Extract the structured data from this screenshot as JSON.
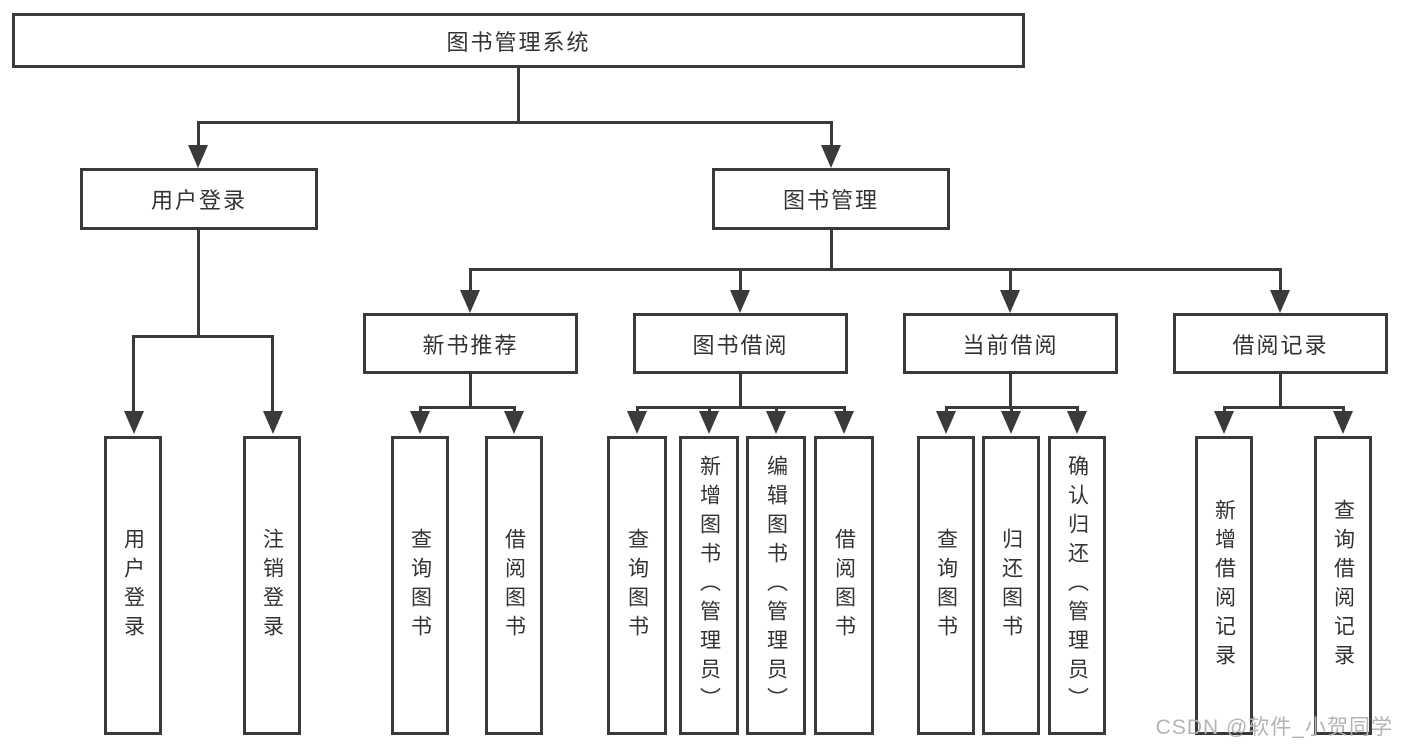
{
  "tree": {
    "root": {
      "label": "图书管理系统"
    },
    "level2": [
      {
        "label": "用户登录"
      },
      {
        "label": "图书管理"
      }
    ],
    "level3": [
      {
        "label": "新书推荐"
      },
      {
        "label": "图书借阅"
      },
      {
        "label": "当前借阅"
      },
      {
        "label": "借阅记录"
      }
    ],
    "leaves": {
      "user_login": [
        {
          "label": "用户登录"
        },
        {
          "label": "注销登录"
        }
      ],
      "new_book_recommend": [
        {
          "label": "查询图书"
        },
        {
          "label": "借阅图书"
        }
      ],
      "book_borrow": [
        {
          "label": "查询图书"
        },
        {
          "label": "新增图书（管理员）"
        },
        {
          "label": "编辑图书（管理员）"
        },
        {
          "label": "借阅图书"
        }
      ],
      "current_borrow": [
        {
          "label": "查询图书"
        },
        {
          "label": "归还图书"
        },
        {
          "label": "确认归还（管理员）"
        }
      ],
      "borrow_record": [
        {
          "label": "新增借阅记录"
        },
        {
          "label": "查询借阅记录"
        }
      ]
    }
  },
  "watermark": {
    "text": "CSDN @软件_小贺同学"
  },
  "colors": {
    "line": "#3a3a3a",
    "text": "#333333",
    "watermark": "#b4b4b8",
    "background": "#ffffff"
  }
}
